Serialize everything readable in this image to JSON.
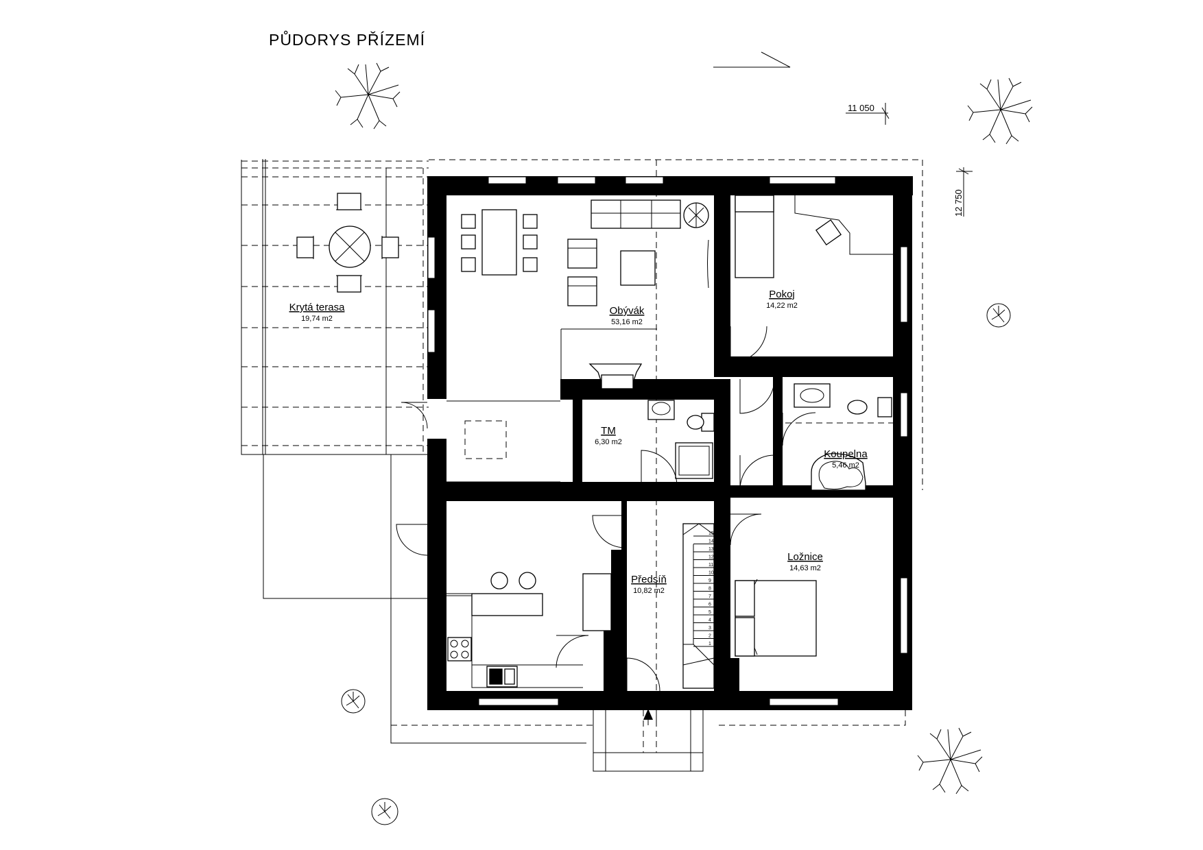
{
  "title": "PŮDORYS  PŘÍZEMÍ",
  "dimensions": {
    "width": "11 050",
    "depth": "12 750"
  },
  "rooms": {
    "terasa": {
      "name": "Krytá terasa",
      "area": "19,74 m2"
    },
    "obyvak": {
      "name": "Obývák",
      "area": "53,16 m2"
    },
    "pokoj": {
      "name": "Pokoj",
      "area": "14,22 m2"
    },
    "tm": {
      "name": "TM",
      "area": "6,30 m2"
    },
    "koupelna": {
      "name": "Koupelna",
      "area": "5,46 m2"
    },
    "predsin": {
      "name": "Předsíň",
      "area": "10,82 m2"
    },
    "loznice": {
      "name": "Ložnice",
      "area": "14,63 m2"
    }
  },
  "stair_steps": [
    "15",
    "14",
    "13",
    "12",
    "11",
    "10",
    "9",
    "8",
    "7",
    "6",
    "5",
    "4",
    "3",
    "2",
    "1"
  ]
}
